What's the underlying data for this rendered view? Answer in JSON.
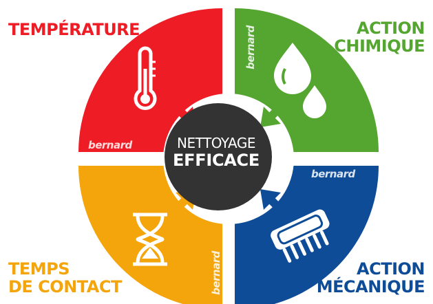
{
  "labels": {
    "temperature": "TEMPÉRATURE",
    "action_chimique": [
      "ACTION",
      "CHIMIQUE"
    ],
    "temps_contact": [
      "TEMPS",
      "DE CONTACT"
    ],
    "action_mecanique": [
      "ACTION",
      "MÉCANIQUE"
    ]
  },
  "center": {
    "line1": "NETTOYAGE",
    "line2": "EFFICACE"
  },
  "brand": "bernard",
  "colors": {
    "temperature": "#ee1c25",
    "action_chimique": "#55a630",
    "temps_contact": "#f4a50c",
    "action_mecanique": "#0e4c97",
    "center": "#333333"
  },
  "icons": {
    "temperature": "thermometer-icon",
    "action_chimique": "water-drops-icon",
    "temps_contact": "hourglass-icon",
    "action_mecanique": "brush-icon"
  }
}
